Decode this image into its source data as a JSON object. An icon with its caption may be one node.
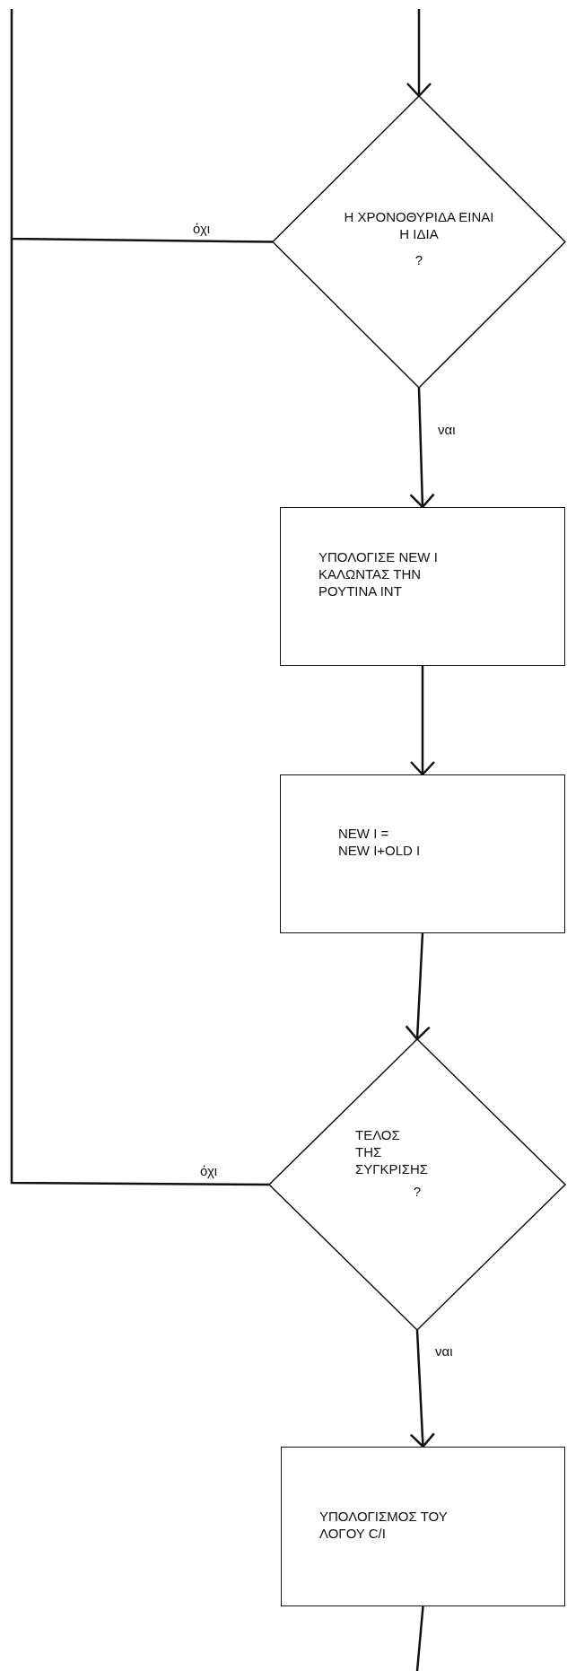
{
  "diagram": {
    "nodes": [
      {
        "text": [
          "Η ΧΡΟΝΟΘΥΡΙΔΑ ΕΙΝΑΙ Η ΙΔΙΑ",
          "?"
        ]
      },
      {
        "text": [
          "ΥΠΟΛΟΓΙΣΕ NEW I ΚΑΛΩΝΤΑΣ ΤΗΝ ΡΟΥΤΙΝΑ INT"
        ]
      },
      {
        "text": [
          "NEW I = NEW I+OLD I"
        ]
      },
      {
        "text": [
          "ΤΕΛΟΣ ΤΗΣ ΣΥΓΚΡΙΣΗΣ",
          "?"
        ]
      },
      {
        "text": [
          "ΥΠΟΛΟΓΙΣΜΟΣ ΤΟΥ ΛΟΓΟΥ C/I"
        ]
      }
    ],
    "edges": [
      {
        "from": null,
        "to": 0,
        "arrow": "to"
      },
      {
        "from": 0,
        "to": null,
        "arrow": "none",
        "label": "όχι"
      },
      {
        "from": 0,
        "to": 1,
        "arrow": "to",
        "label": "ναι"
      },
      {
        "from": 1,
        "to": 2,
        "arrow": "to"
      },
      {
        "from": 2,
        "to": 3,
        "arrow": "to"
      },
      {
        "from": 3,
        "to": null,
        "arrow": "none",
        "label": "όχι"
      },
      {
        "from": 3,
        "to": 4,
        "arrow": "to",
        "label": "ναι"
      },
      {
        "from": 4,
        "to": null,
        "arrow": "none"
      }
    ]
  }
}
